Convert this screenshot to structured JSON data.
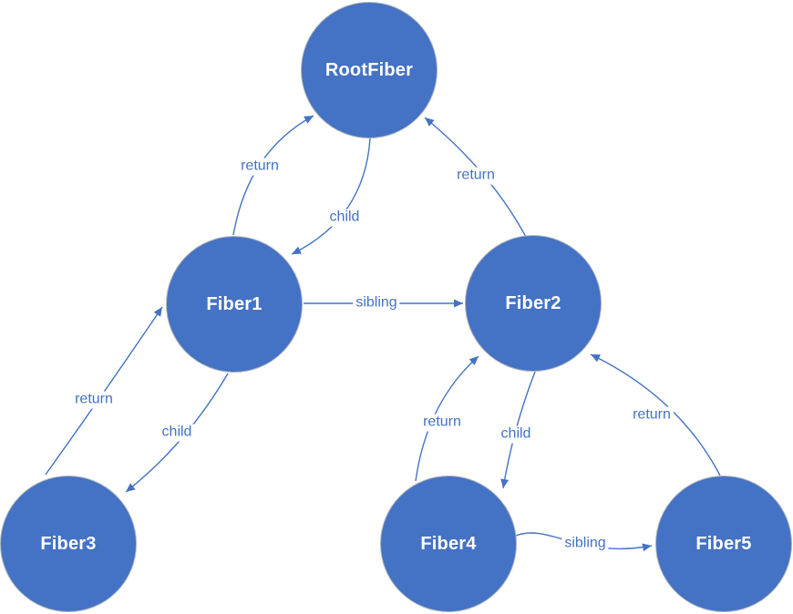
{
  "colors": {
    "node_fill": "#4472C4",
    "node_border": "#aeb3bb",
    "node_text": "#ffffff",
    "edge": "#4472C4",
    "edge_label_text": "#4472C4",
    "background": "#ffffff"
  },
  "nodes": [
    {
      "id": "rootfiber",
      "label": "RootFiber"
    },
    {
      "id": "fiber1",
      "label": "Fiber1"
    },
    {
      "id": "fiber2",
      "label": "Fiber2"
    },
    {
      "id": "fiber3",
      "label": "Fiber3"
    },
    {
      "id": "fiber4",
      "label": "Fiber4"
    },
    {
      "id": "fiber5",
      "label": "Fiber5"
    }
  ],
  "edges": [
    {
      "from": "Fiber1",
      "to": "RootFiber",
      "label": "return"
    },
    {
      "from": "RootFiber",
      "to": "Fiber1",
      "label": "child"
    },
    {
      "from": "Fiber2",
      "to": "RootFiber",
      "label": "return"
    },
    {
      "from": "Fiber1",
      "to": "Fiber2",
      "label": "sibling"
    },
    {
      "from": "Fiber3",
      "to": "Fiber1",
      "label": "return"
    },
    {
      "from": "Fiber1",
      "to": "Fiber3",
      "label": "child"
    },
    {
      "from": "Fiber4",
      "to": "Fiber2",
      "label": "return"
    },
    {
      "from": "Fiber2",
      "to": "Fiber4",
      "label": "child"
    },
    {
      "from": "Fiber5",
      "to": "Fiber2",
      "label": "return"
    },
    {
      "from": "Fiber4",
      "to": "Fiber5",
      "label": "sibling"
    }
  ]
}
